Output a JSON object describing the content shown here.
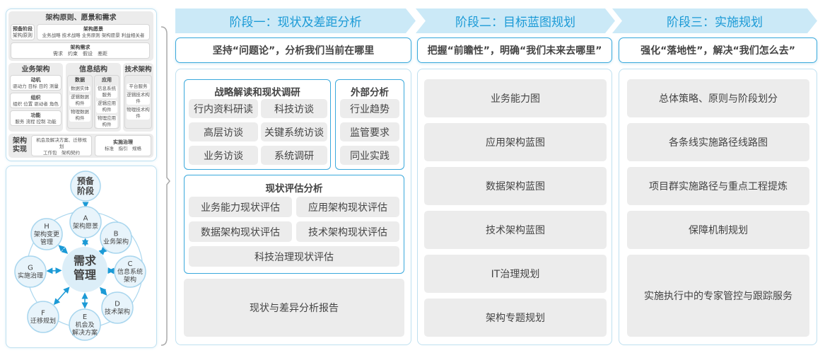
{
  "left_top": {
    "title": "架构原则、愿景和需求",
    "prelim": {
      "title": "预备阶段",
      "items": "架构原则"
    },
    "vision": {
      "title": "架构愿景",
      "items": "业务战略 技术战略 业务原则 架构愿景 利益相关者"
    },
    "requirements": {
      "title": "架构需求",
      "items": "需求　约束　假设　差距"
    },
    "business": {
      "title": "业务架构",
      "boxes": [
        {
          "title": "动机",
          "items": "驱动力 目标 目的 测量"
        },
        {
          "title": "组织",
          "items": "组织 位置 驱动者 角色"
        },
        {
          "title": "功能",
          "items": "服务 流程 控制 功能"
        }
      ]
    },
    "information": {
      "title": "信息结构",
      "data": {
        "title": "数据",
        "items": [
          "数据实体",
          "逻辑数据构件",
          "物理数据构件"
        ]
      },
      "application": {
        "title": "应用",
        "items": [
          "信息系统服务",
          "逻辑应用构件",
          "物理应用构件"
        ]
      }
    },
    "technology": {
      "title": "技术架构",
      "items": [
        "平台服务",
        "逻辑技术构件",
        "物理技术构件"
      ]
    },
    "realization": {
      "title": "架构实现",
      "box1": {
        "title": "机会及解决方案、迁移规划",
        "items": "工作包　架构契约"
      },
      "box2": {
        "title": "实施治理",
        "items": "标准　指引　规格"
      }
    }
  },
  "cycle": {
    "center": "需求管理",
    "prelim": "预备阶段",
    "nodes": [
      {
        "letter": "A",
        "label": "架构愿景"
      },
      {
        "letter": "B",
        "label": "业务架构"
      },
      {
        "letter": "C",
        "label": "信息系统架构"
      },
      {
        "letter": "D",
        "label": "技术架构"
      },
      {
        "letter": "E",
        "label": "机会及解决方案"
      },
      {
        "letter": "F",
        "label": "迁移规划"
      },
      {
        "letter": "G",
        "label": "实施治理"
      },
      {
        "letter": "H",
        "label": "架构变更管理"
      }
    ],
    "accent": "#1b9ad6"
  },
  "stages": [
    {
      "title": "阶段一：现状及差距分析",
      "subtitle": "坚持“问题论”，分析我们当前在哪里",
      "research": {
        "title": "战略解读和现状调研",
        "items": [
          "行内资料研读",
          "科技访谈",
          "高层访谈",
          "关键系统访谈",
          "业务访谈",
          "系统调研"
        ]
      },
      "external": {
        "title": "外部分析",
        "items": [
          "行业趋势",
          "监管要求",
          "同业实践"
        ]
      },
      "assessment": {
        "title": "现状评估分析",
        "items": [
          "业务能力现状评估",
          "应用架构现状评估",
          "数据架构现状评估",
          "技术架构现状评估",
          "科技治理现状评估"
        ]
      },
      "report": "现状与差异分析报告"
    },
    {
      "title": "阶段二：目标蓝图规划",
      "subtitle": "把握“前瞻性”，明确“我们未来去哪里”",
      "items": [
        "业务能力图",
        "应用架构蓝图",
        "数据架构蓝图",
        "技术架构蓝图",
        "IT治理规划",
        "架构专题规划"
      ]
    },
    {
      "title": "阶段三：实施规划",
      "subtitle": "强化“落地性”，解决“我们怎么去”",
      "items": [
        "总体策略、原则与阶段划分",
        "各条线实施路径线路图",
        "项目群实施路径与重点工程提炼",
        "保障机制规划",
        "实施执行中的专家管控与跟踪服务"
      ]
    }
  ],
  "colors": {
    "banner_bg": "#cbe9f7",
    "banner_text": "#1b9ad6",
    "border": "#3aa9dc",
    "box_gray": "#ececec"
  }
}
